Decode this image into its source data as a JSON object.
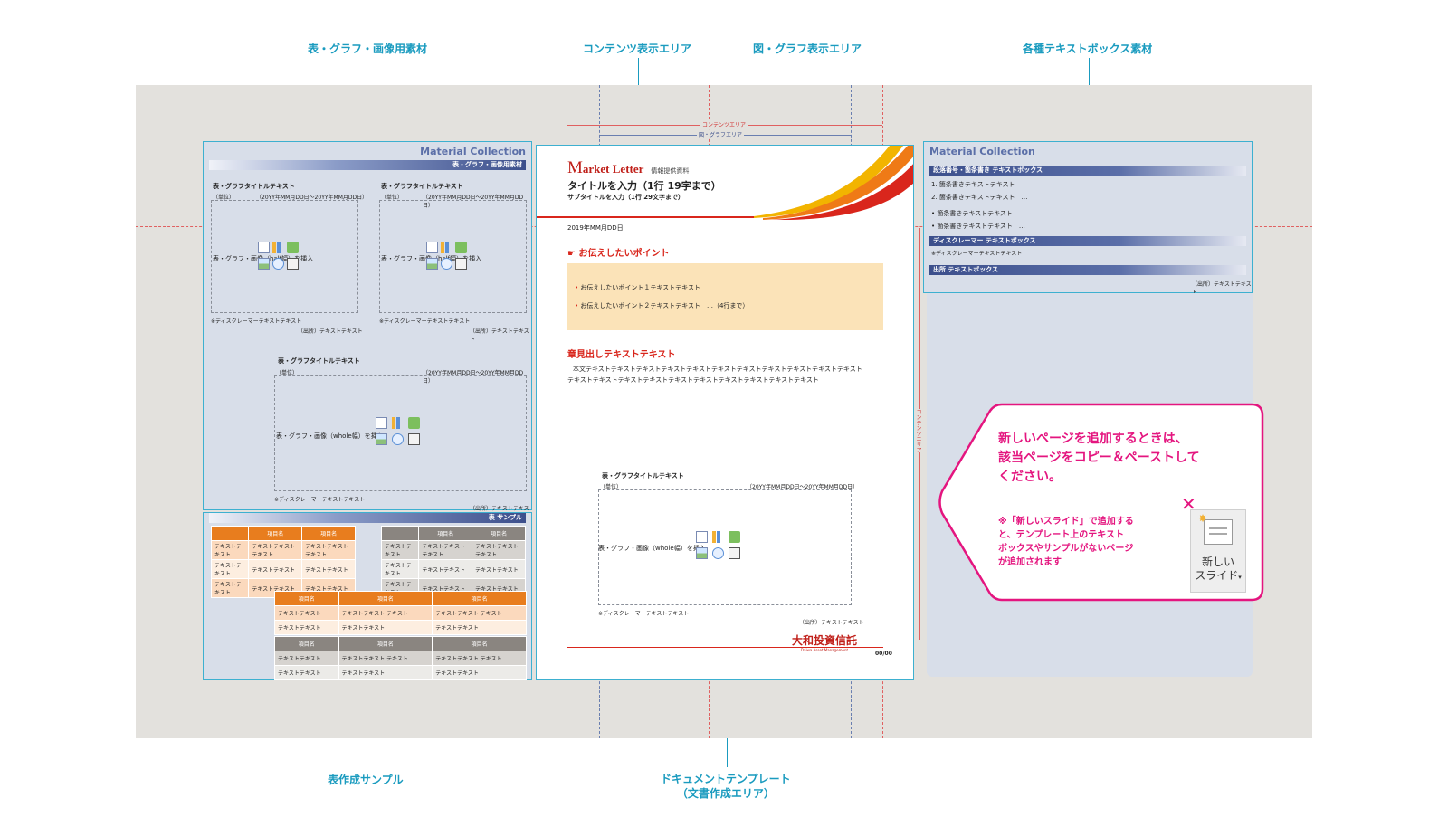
{
  "callouts": {
    "top_left": "表・グラフ・画像用素材",
    "top_mid1": "コンテンツ表示エリア",
    "top_mid2": "図・グラフ表示エリア",
    "top_right": "各種テキストボックス素材",
    "bottom_left": "表作成サンプル",
    "bottom_mid_line1": "ドキュメントテンプレート",
    "bottom_mid_line2": "（文書作成エリア）"
  },
  "guides": {
    "content_area": "コンテンツエリア",
    "figure_area": "図・グラフエリア",
    "content_area_vertical": "コンテンツエリア"
  },
  "left_panel": {
    "title": "Material Collection",
    "bar": "表・グラフ・画像用素材",
    "blocks": [
      {
        "title": "表・グラフタイトルテキスト",
        "unit": "（単位）",
        "date": "（20YY年MM月DD日～20YY年MM月DD日）",
        "insert": "表・グラフ・画像（half幅）を挿入",
        "disclaimer": "※ディスクレーマーテキストテキスト",
        "source": "（出所）テキストテキスト"
      },
      {
        "title": "表・グラフタイトルテキスト",
        "unit": "（単位）",
        "date": "（20YY年MM月DD日～20YY年MM月DD日）",
        "insert": "表・グラフ・画像（half幅）を挿入",
        "disclaimer": "※ディスクレーマーテキストテキスト",
        "source": "（出所）テキストテキスト"
      },
      {
        "title": "表・グラフタイトルテキスト",
        "unit": "（単位）",
        "date": "（20YY年MM月DD日～20YY年MM月DD日）",
        "insert": "表・グラフ・画像（whole幅）を挿入",
        "disclaimer": "※ディスクレーマーテキストテキスト",
        "source": "（出所）テキストテキスト"
      }
    ]
  },
  "table_panel": {
    "bar": "表 サンプル",
    "header": "項目名",
    "cell1": "テキストテキスト",
    "cell2": "テキストテキスト テキスト"
  },
  "doc": {
    "logo_m": "M",
    "logo_rest": "arket Letter",
    "logo_sub": "情報提供資料",
    "title": "タイトルを入力（1行 19字まで）",
    "subtitle": "サブタイトルを入力（1行 29文字まで）",
    "date": "2019年MM月DD日",
    "point_heading": "お伝えしたいポイント",
    "points": [
      "お伝えしたいポイント１テキストテキスト",
      "お伝えしたいポイント２テキストテキスト　…（4行まで）"
    ],
    "section_heading": "章見出しテキストテキスト",
    "body_line1": "本文テキストテキストテキストテキストテキストテキストテキストテキストテキストテキストテキスト",
    "body_line2": "テキストテキストテキストテキストテキストテキストテキストテキストテキストテキスト",
    "chart_title": "表・グラフタイトルテキスト",
    "chart_unit": "（単位）",
    "chart_date": "（20YY年MM月DD日～20YY年MM月DD日）",
    "chart_insert": "表・グラフ・画像（whole幅）を挿入",
    "chart_disclaimer": "※ディスクレーマーテキストテキスト",
    "chart_source": "（出所）テキストテキスト",
    "company": "大和投資信託",
    "company_en": "Daiwa Asset Management",
    "page": "00/00"
  },
  "right_panel": {
    "title": "Material Collection",
    "bar1": "段落番号・箇条書き テキストボックス",
    "numbered": [
      "1. 箇条書きテキストテキスト",
      "2. 箇条書きテキストテキスト　…"
    ],
    "bullets": [
      "• 箇条書きテキストテキスト",
      "• 箇条書きテキストテキスト　…"
    ],
    "bar2": "ディスクレーマー テキストボックス",
    "disclaimer": "※ディスクレーマーテキストテキスト",
    "bar3": "出所 テキストボックス",
    "source": "（出所）テキストテキスト"
  },
  "note": {
    "main_line1": "新しいページを追加するときは、",
    "main_line2": "該当ページをコピー＆ペーストして",
    "main_line3": "ください。",
    "sub_line1": "※「新しいスライド」で追加する",
    "sub_line2": "と、テンプレート上のテキスト",
    "sub_line3": "ボックスやサンプルがないページ",
    "sub_line4": "が追加されます",
    "button_line1": "新しい",
    "button_line2": "スライド",
    "x_mark": "✕",
    "accent": "#e4157f"
  },
  "colors": {
    "orange": "#e87d1e",
    "gray_header": "#8a8580",
    "accent_red": "#d9261c",
    "callout": "#1a9bbf"
  }
}
